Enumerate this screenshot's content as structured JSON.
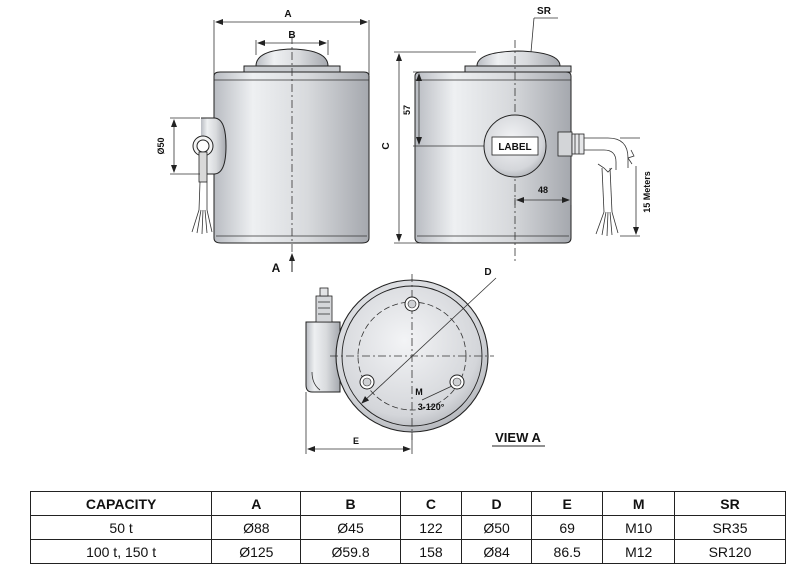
{
  "drawing": {
    "dim_labels": {
      "A": "A",
      "B": "B",
      "C": "C",
      "D": "D",
      "E": "E",
      "SR": "SR",
      "d50": "Ø50",
      "d57": "57",
      "d48": "48",
      "meters": "15 Meters",
      "label": "LABEL",
      "M": "M",
      "angle": "3-120°",
      "section_A": "A"
    },
    "view_title": "VIEW A"
  },
  "table": {
    "headers": [
      "CAPACITY",
      "A",
      "B",
      "C",
      "D",
      "E",
      "M",
      "SR"
    ],
    "rows": [
      [
        "50 t",
        "Ø88",
        "Ø45",
        "122",
        "Ø50",
        "69",
        "M10",
        "SR35"
      ],
      [
        "100 t, 150 t",
        "Ø125",
        "Ø59.8",
        "158",
        "Ø84",
        "86.5",
        "M12",
        "SR120"
      ]
    ]
  }
}
